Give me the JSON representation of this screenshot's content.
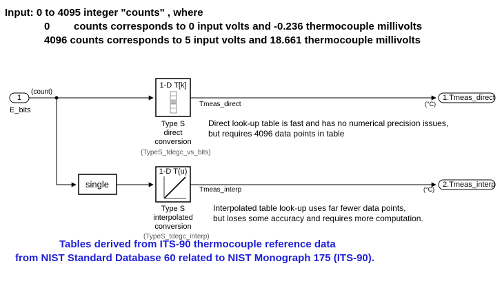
{
  "header": {
    "line1": "Input: 0 to 4095 integer \"counts\" , where",
    "line2_a": "0",
    "line2_b": "counts corresponds to 0 input volts and -0.236 thermocouple millivolts",
    "line3": "4096 counts corresponds to 5 input volts and 18.661 thermocouple millivolts"
  },
  "inport": {
    "number": "1",
    "name": "E_bits",
    "signal_label": "(count)"
  },
  "block_direct": {
    "icon_label": "1-D T[k]",
    "caption": "Type S\ndirect\nconversion",
    "parameter": "(TypeS_tdegc_vs_bits)"
  },
  "block_single": {
    "label": "single"
  },
  "block_interp": {
    "icon_label": "1-D T(u)",
    "caption": "Type S\ninterpolated\nconversion",
    "parameter": "(TypeS_tdegc_interp)"
  },
  "signals": {
    "direct": "Tmeas_direct",
    "interp": "Tmeas_interp"
  },
  "outport_direct": {
    "label": "1.Tmeas_direct",
    "unit": "(°C)"
  },
  "outport_interp": {
    "label": "2.Tmeas_interp",
    "unit": "(°C)"
  },
  "notes": {
    "direct": "Direct look-up table is fast and has no numerical precision issues,\nbut requires 4096 data points in table",
    "interp": "Interpolated table look-up uses far fewer data points,\nbut loses some accuracy and requires more computation."
  },
  "footer": {
    "line1": "Tables derived from ITS-90 thermocouple reference data",
    "line2": "from NIST Standard Database 60 related to NIST Monograph 175 (ITS-90)."
  },
  "colors": {
    "footer_text": "#1f1fd6",
    "wire": "#000000"
  }
}
